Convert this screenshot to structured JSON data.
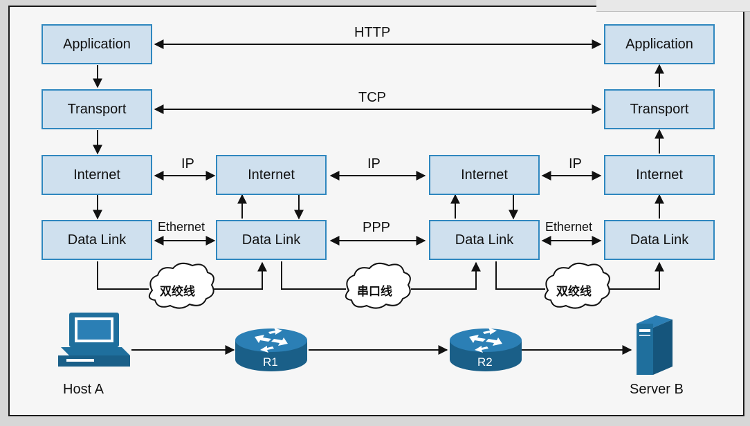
{
  "layers": {
    "application": "Application",
    "transport": "Transport",
    "internet": "Internet",
    "data_link": "Data Link"
  },
  "protocols": {
    "http": "HTTP",
    "tcp": "TCP",
    "ip": "IP",
    "ethernet": "Ethernet",
    "ppp": "PPP"
  },
  "media": {
    "twisted_pair": "双绞线",
    "serial": "串口线"
  },
  "devices": {
    "host": "Host A",
    "router1": "R1",
    "router2": "R2",
    "server": "Server B"
  },
  "colors": {
    "layer_fill": "#cfe0ee",
    "layer_border": "#2f87bf",
    "device_blue": "#1f6f9d"
  }
}
